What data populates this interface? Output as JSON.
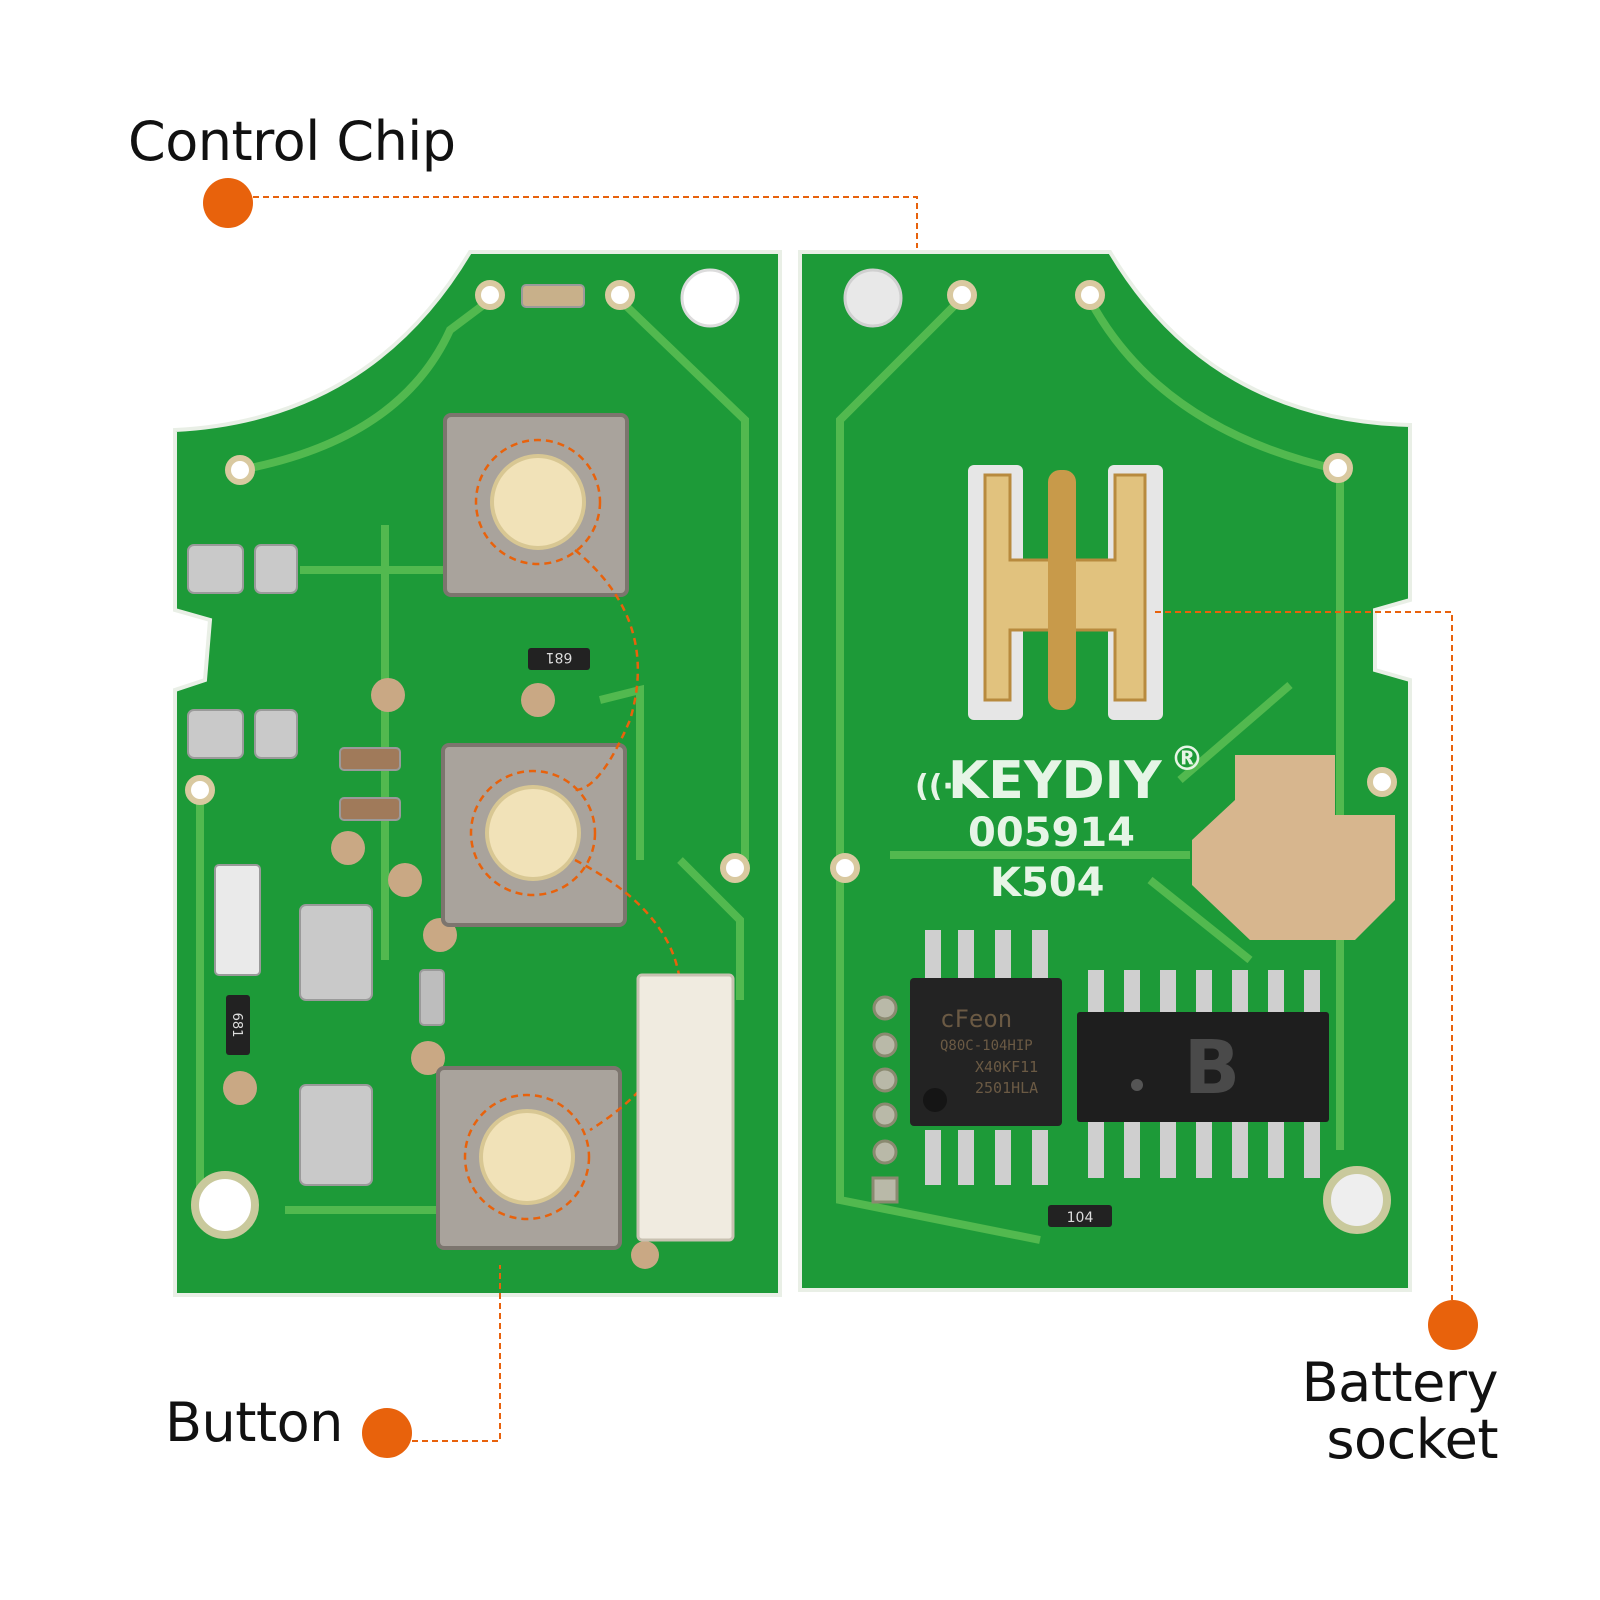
{
  "callouts": {
    "control_chip": "Control Chip",
    "button": "Button",
    "battery_socket_line1": "Battery",
    "battery_socket_line2": "socket"
  },
  "silkscreen": {
    "brand": "KEYDIY",
    "registered": "®",
    "serial": "005914",
    "model": "K504",
    "resistor_a": "681",
    "resistor_b": "681",
    "resistor_c": "104"
  },
  "chips": {
    "memory_chip": {
      "line1": "cFeon",
      "line2": "Q80C-104HIP",
      "line3": "X40KF11",
      "line4": "2501HLA"
    },
    "control_chip": {
      "mark": "B"
    }
  },
  "colors": {
    "accent": "#e8620c",
    "pcb": "#1f9e3a",
    "trace": "#4fb54f",
    "text": "#111111"
  }
}
